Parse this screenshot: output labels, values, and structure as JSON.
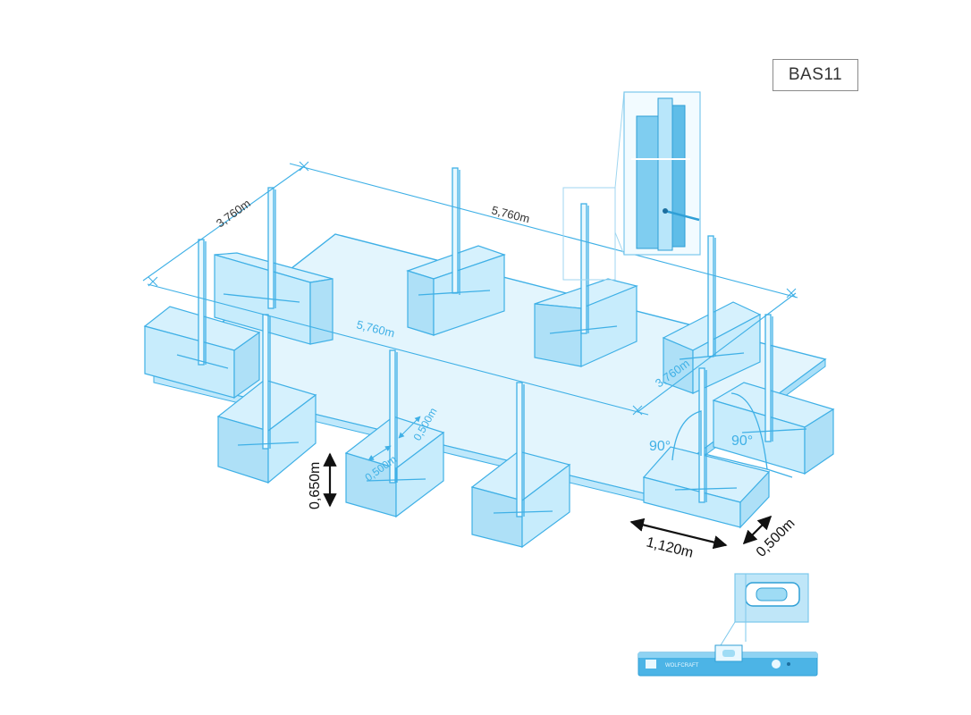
{
  "ref_code": "BAS11",
  "dimensions": {
    "depth_left": "3,760m",
    "length_back": "5,760m",
    "length_mid": "5,760m",
    "depth_right": "3,760m",
    "footing_side_a": "0,500m",
    "footing_side_b": "0,500m",
    "footing_height": "0,650m",
    "beam_length": "1,120m",
    "beam_width": "0,500m"
  },
  "angles": {
    "left": "90°",
    "right": "90°"
  },
  "level_tool": {
    "brand": "WOLFCRAFT"
  },
  "colors": {
    "line": "#3fb0e6",
    "fill": "#cdeefc",
    "fill_light": "#e6f7fe",
    "dim_dark": "#111111",
    "dim_blue": "#3fb0e6"
  }
}
